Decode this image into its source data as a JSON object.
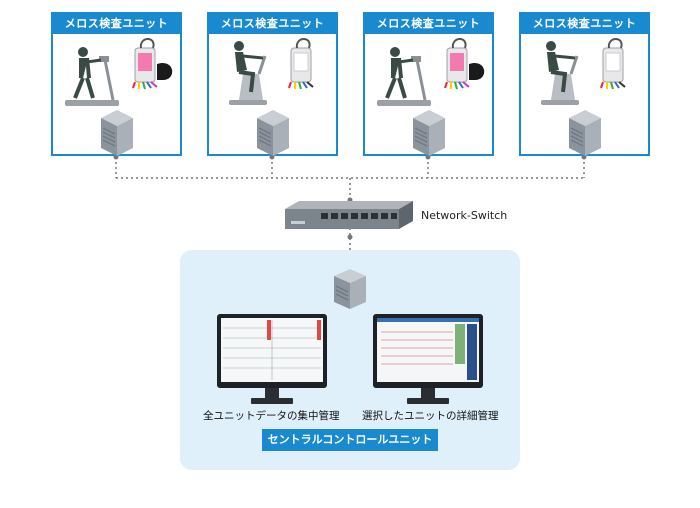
{
  "units": [
    {
      "title": "メロス検査ユニット",
      "equipment": "treadmill"
    },
    {
      "title": "メロス検査ユニット",
      "equipment": "exercise-bike"
    },
    {
      "title": "メロス検査ユニット",
      "equipment": "treadmill"
    },
    {
      "title": "メロス検査ユニット",
      "equipment": "exercise-bike"
    }
  ],
  "network_switch": {
    "label": "Network-Switch"
  },
  "central": {
    "monitor_left_caption": "全ユニットデータの集中管理",
    "monitor_right_caption": "選択したユニットの詳細管理",
    "label": "セントラルコントロールユニット"
  },
  "colors": {
    "accent": "#1a8ad0",
    "panel_bg": "#dff0fa",
    "connector": "#777777"
  }
}
